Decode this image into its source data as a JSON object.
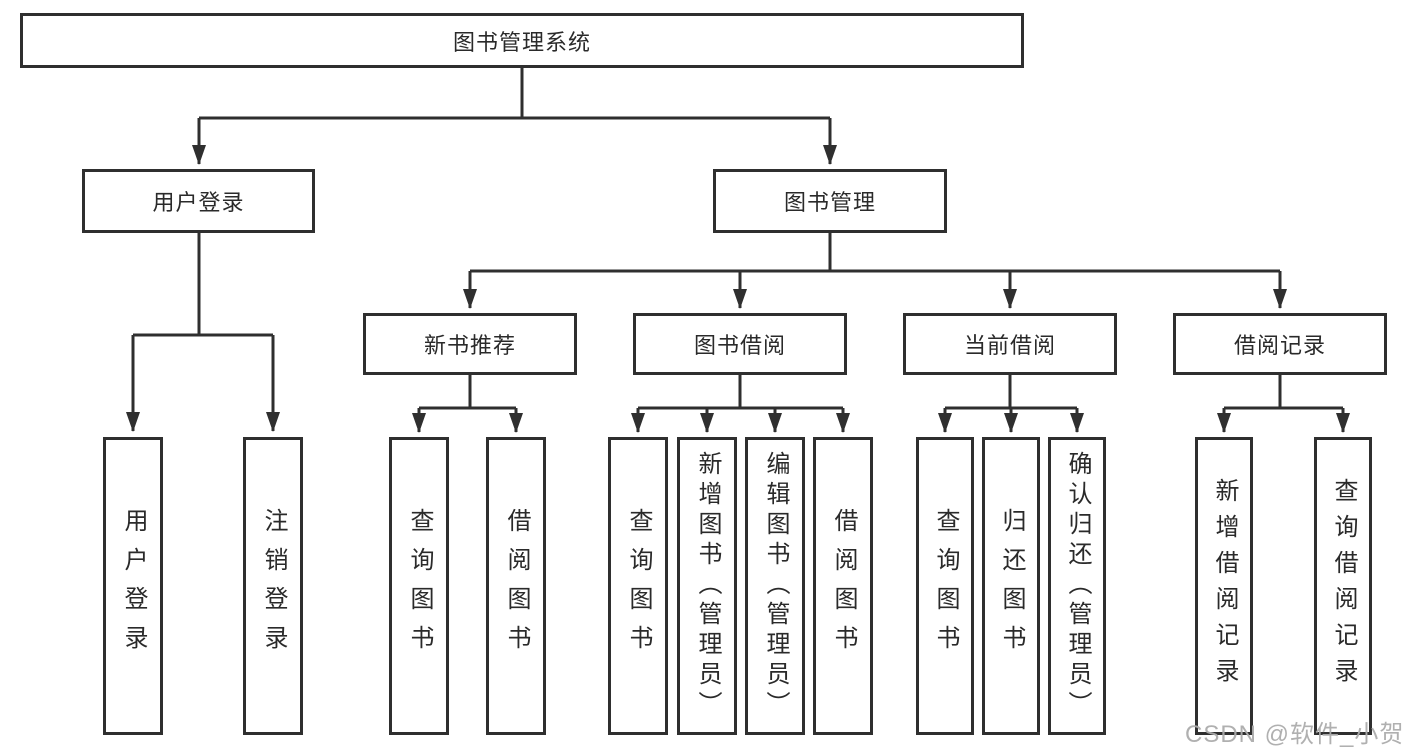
{
  "diagram": {
    "root": {
      "label": "图书管理系统"
    },
    "branches": {
      "user_login": {
        "label": "用户登录"
      },
      "book_mgmt": {
        "label": "图书管理"
      }
    },
    "modules": {
      "new_book_rec": {
        "label": "新书推荐"
      },
      "book_borrow": {
        "label": "图书借阅"
      },
      "current_borrow": {
        "label": "当前借阅"
      },
      "borrow_records": {
        "label": "借阅记录"
      }
    },
    "leaves": {
      "login": [
        "用户登录",
        "注销登录"
      ],
      "recommend": [
        "查询图书",
        "借阅图书"
      ],
      "borrow": [
        "查询图书",
        "新增图书（管理员）",
        "编辑图书（管理员）",
        "借阅图书"
      ],
      "current": [
        "查询图书",
        "归还图书",
        "确认归还（管理员）"
      ],
      "records": [
        "新增借阅记录",
        "查询借阅记录"
      ]
    }
  },
  "watermark": "CSDN @软件_小贺同学",
  "colors": {
    "line": "#2f2f2f",
    "text": "#2a2a2a",
    "watermark": "#acacac",
    "background": "#ffffff"
  }
}
